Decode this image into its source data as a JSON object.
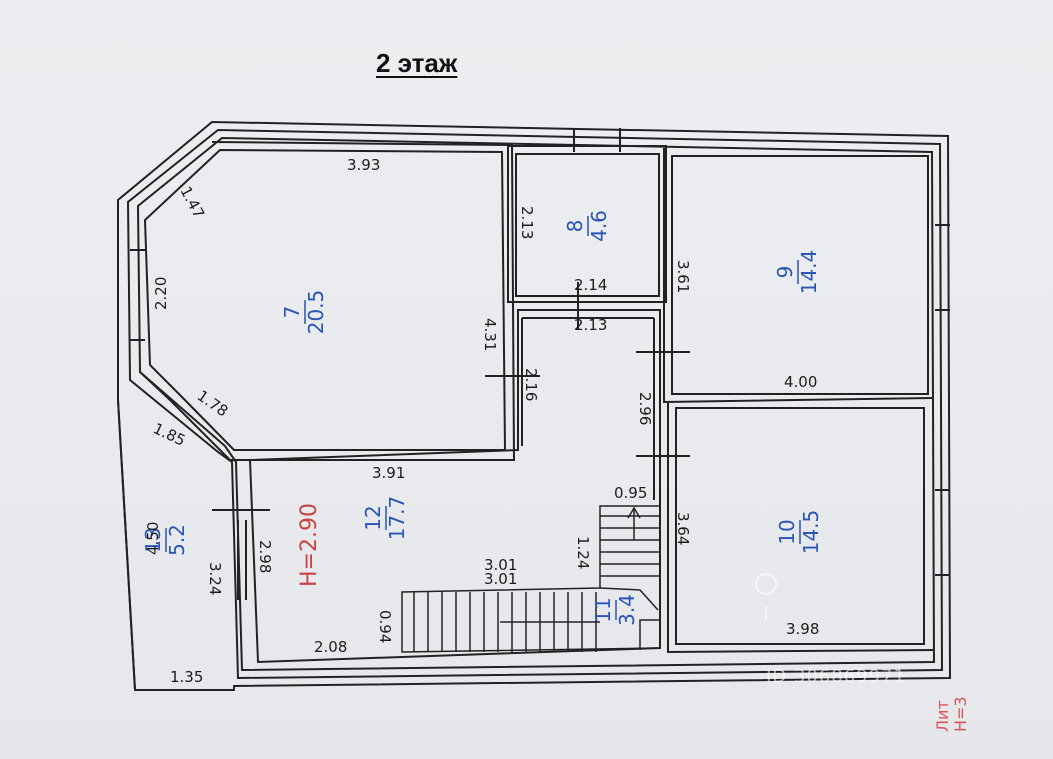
{
  "title": "2 этаж",
  "rooms": [
    {
      "id": "7",
      "number": "7",
      "area": "20.5"
    },
    {
      "id": "8",
      "number": "8",
      "area": "4.6"
    },
    {
      "id": "9",
      "number": "9",
      "area": "14.4"
    },
    {
      "id": "10",
      "number": "10",
      "area": "14.5"
    },
    {
      "id": "11",
      "number": "11",
      "area": "3.4"
    },
    {
      "id": "12",
      "number": "12",
      "area": "17.7"
    },
    {
      "id": "13",
      "number": "13",
      "area": "5.2"
    }
  ],
  "height_label": "H=2.90",
  "dimensions": {
    "d393": "3.93",
    "d147": "1.47",
    "d220": "2.20",
    "d431": "4.31",
    "d178": "1.78",
    "d185": "1.85",
    "d450": "4.50",
    "d324": "3.24",
    "d135": "1.35",
    "d213a": "2.13",
    "d214": "2.14",
    "d213b": "2.13",
    "d216": "2.16",
    "d361": "3.61",
    "d400": "4.00",
    "d296": "2.96",
    "d391": "3.91",
    "d095": "0.95",
    "d124": "1.24",
    "d301a": "3.01",
    "d301b": "3.01",
    "d298": "2.98",
    "d094": "0.94",
    "d208": "2.08",
    "d364": "3.64",
    "d398": "3.98"
  },
  "watermark": "ID 306869971",
  "corner_text": [
    "Лит",
    "H=3"
  ]
}
